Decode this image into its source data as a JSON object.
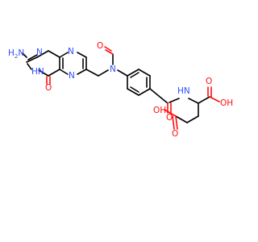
{
  "molecule": {
    "colors": {
      "carbon_bond": "#000000",
      "nitrogen": "#3050f8",
      "oxygen": "#ff0d0d",
      "background": "#ffffff"
    },
    "labels": {
      "amino_h2n": "H",
      "amino_h2n_sub": "2",
      "amino_n": "N",
      "ring_n1": "N",
      "ring_n3": "N",
      "ring_nh_n": "N",
      "ring_nh_h": "H",
      "ring_n5": "N",
      "ring_n8": "N",
      "keto_o": "O",
      "formyl_o": "O",
      "tertiary_n": "N",
      "amide_o": "O",
      "amide_n": "N",
      "amide_h": "H",
      "acid1_o": "O",
      "acid1_oh": "OH",
      "acid2_o": "O",
      "acid2_oh": "OH"
    }
  }
}
